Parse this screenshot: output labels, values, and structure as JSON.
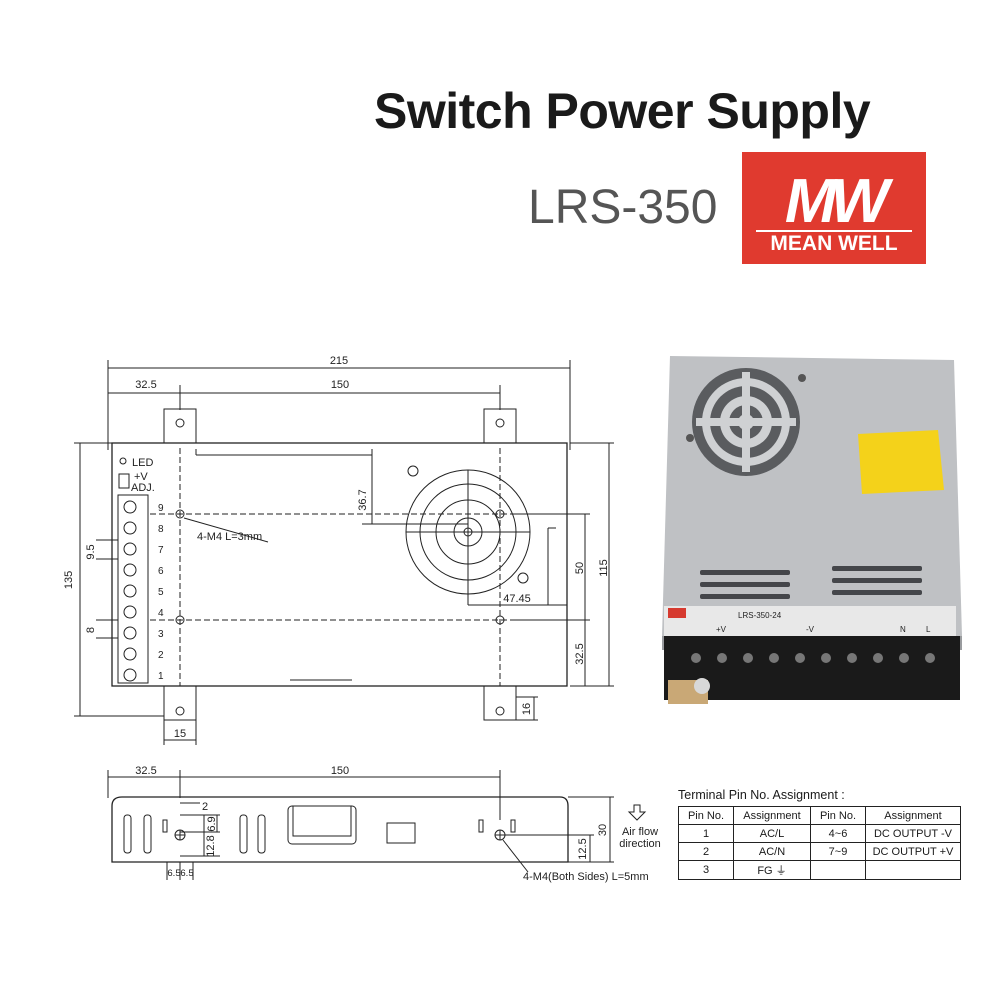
{
  "header": {
    "title": "Switch Power Supply",
    "model": "LRS-350",
    "logo_mark": "MW",
    "logo_text": "MEAN WELL"
  },
  "colors": {
    "logo_red": "#e03a2f",
    "line": "#222222"
  },
  "top_view": {
    "dim_overall_width": "215",
    "dim_left_offset": "32.5",
    "dim_hole_spacing": "150",
    "dim_height_total": "135",
    "dim_height_inner": "115",
    "dim_fan_vertical": "36.7",
    "dim_fan_horizontal": "47.45",
    "dim_hole_vertical": "50",
    "dim_bottom_offset": "32.5",
    "dim_tab_width": "15",
    "dim_tab_height": "16",
    "dim_terminal_pitch": "9.5",
    "dim_terminal_gap": "8",
    "label_led": "LED",
    "label_v": "+V",
    "label_adj": "ADJ.",
    "label_mount": "4-M4 L=3mm",
    "terminal_numbers": [
      "9",
      "8",
      "7",
      "6",
      "5",
      "4",
      "3",
      "2",
      "1"
    ]
  },
  "side_view": {
    "dim_left_offset": "32.5",
    "dim_hole_spacing": "150",
    "dim_height": "30",
    "dim_hole_height": "12.5",
    "dim_small_2": "2",
    "dim_small_6_9": "6.9",
    "dim_small_12_8": "12.8",
    "dim_a": "6.5",
    "dim_b": "6.5",
    "label_airflow": "Air flow",
    "label_direction": "direction",
    "label_mount": "4-M4(Both Sides) L=5mm"
  },
  "photo": {
    "nameplate_model": "LRS-350-24",
    "terminal_labels": [
      "+V",
      "-V",
      "N",
      "L"
    ]
  },
  "pin_table": {
    "title": "Terminal Pin No. Assignment :",
    "headers": [
      "Pin No.",
      "Assignment",
      "Pin No.",
      "Assignment"
    ],
    "rows": [
      [
        "1",
        "AC/L",
        "4~6",
        "DC OUTPUT -V"
      ],
      [
        "2",
        "AC/N",
        "7~9",
        "DC OUTPUT +V"
      ],
      [
        "3",
        "FG ⏚",
        "",
        ""
      ]
    ]
  }
}
